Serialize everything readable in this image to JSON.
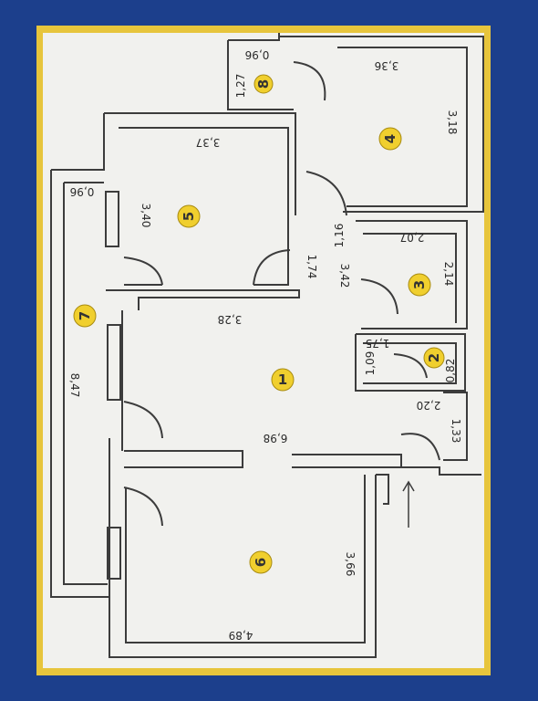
{
  "colors": {
    "background": "#1c3f8c",
    "frame": "#e7c53c",
    "paper": "#f1f1ee",
    "wall": "#3c3c3c",
    "badge": "#f0cf2e"
  },
  "rooms": [
    {
      "number": "1"
    },
    {
      "number": "2"
    },
    {
      "number": "3"
    },
    {
      "number": "4"
    },
    {
      "number": "5"
    },
    {
      "number": "6"
    },
    {
      "number": "7"
    },
    {
      "number": "8"
    }
  ],
  "dimensions": {
    "room8_width": "0,96",
    "room8_length": "1,27",
    "room4_width": "3,36",
    "room4_length": "3,18",
    "room5_width": "3,37",
    "room5_length": "3,40",
    "room7_width": "0,96",
    "room7_length": "8,47",
    "hall_1_16": "1,16",
    "hall_1_74": "1,74",
    "hall_3_42": "3,42",
    "room3_width": "2,07",
    "room3_length": "2,14",
    "room1_3_28": "3,28",
    "room2_1_75": "1,75",
    "room2_1_09": "1,09",
    "room2_0_82": "0,82",
    "room1_2_20": "2,20",
    "room1_1_33": "1,33",
    "room1_6_98": "6,98",
    "room6_length": "3,66",
    "room6_width": "4,89"
  },
  "icons": {
    "entrance": "arrow-up-icon"
  }
}
